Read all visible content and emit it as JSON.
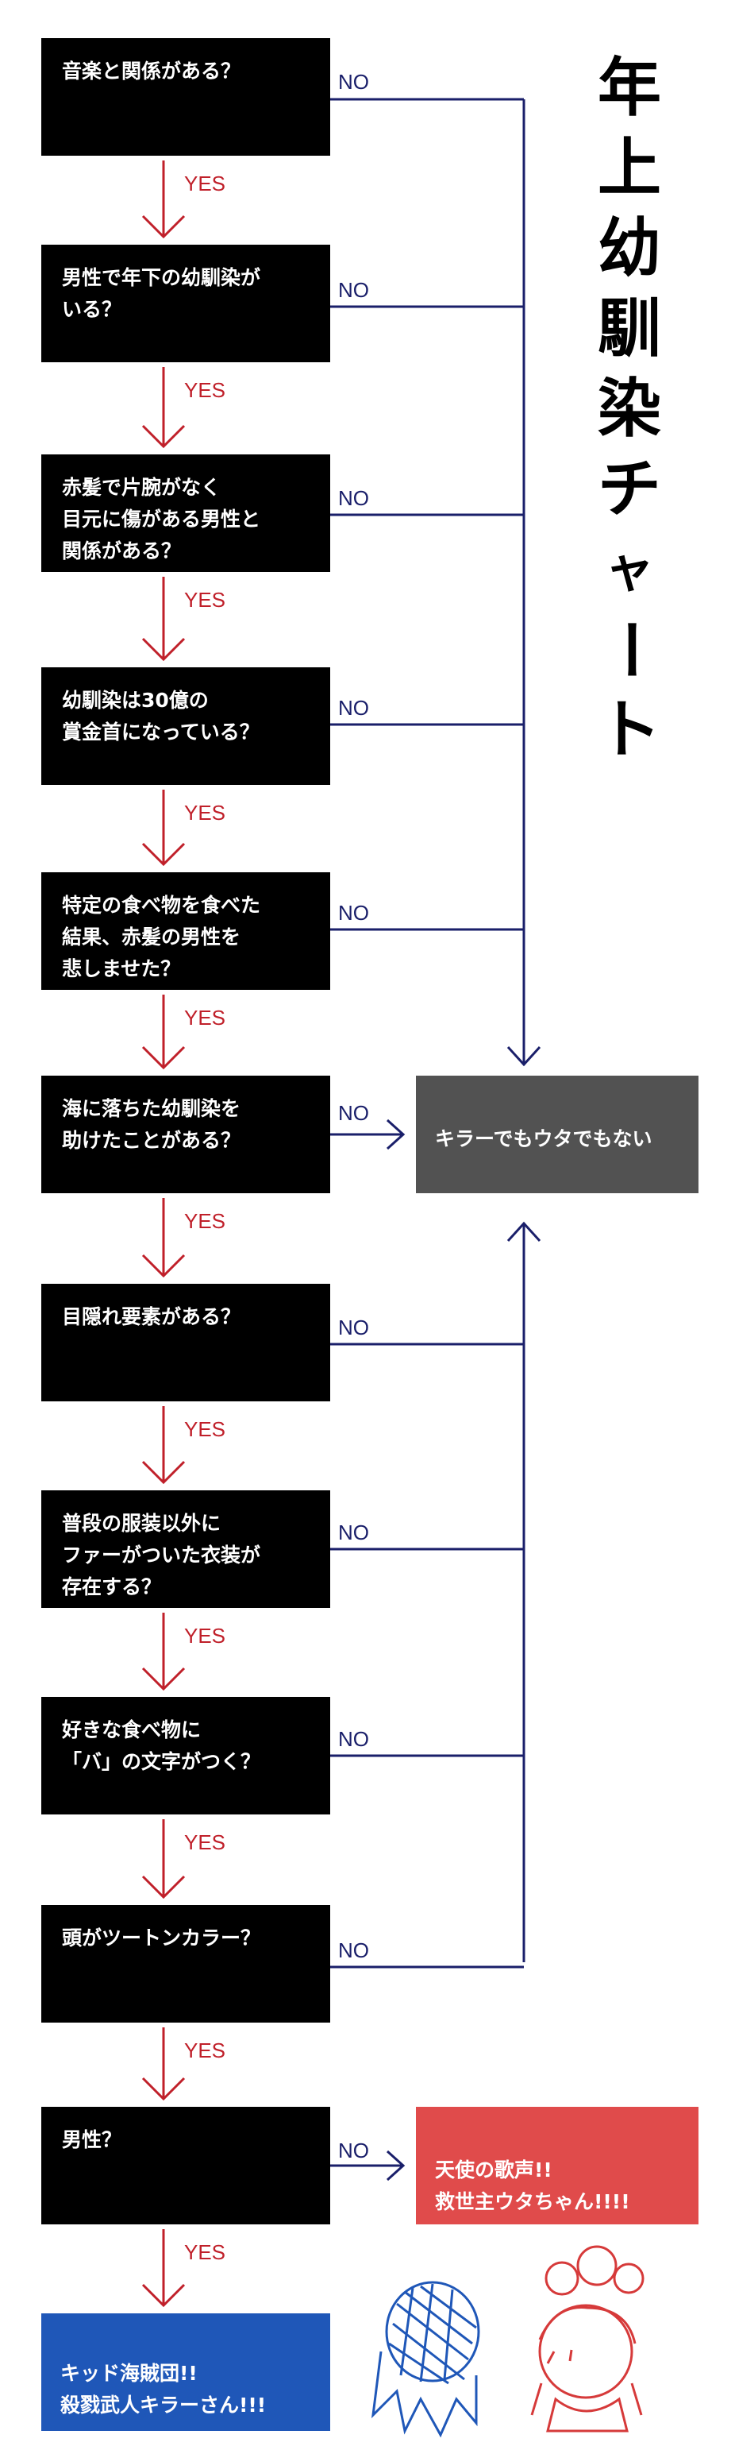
{
  "title": "年上幼馴染チャート",
  "labels": {
    "yes": "YES",
    "no": "NO"
  },
  "questions": [
    "音楽と関係がある？",
    "男性で年下の幼馴染が\nいる？",
    "赤髪で片腕がなく\n目元に傷がある男性と\n関係がある？",
    "幼馴染は30億の\n賞金首になっている？",
    "特定の食べ物を食べた\n結果、赤髪の男性を\n悲しませた？",
    "海に落ちた幼馴染を\n助けたことがある？",
    "目隠れ要素がある？",
    "普段の服装以外に\nファーがついた衣装が\n存在する？",
    "好きな食べ物に\n「バ」の文字がつく？",
    "頭がツートンカラー？",
    "男性？"
  ],
  "results": {
    "none": "キラーでもウタでもない",
    "uta": "天使の歌声!!\n救世主ウタちゃん!!!!",
    "killer": "キッド海賊団!!\n殺戮武人キラーさん!!!"
  },
  "colors": {
    "yes": "#c0202a",
    "no": "#1a1f6a",
    "box": "#000000",
    "none_box": "#525252",
    "uta_box": "#e04b4b",
    "killer_box": "#1f57b8"
  }
}
